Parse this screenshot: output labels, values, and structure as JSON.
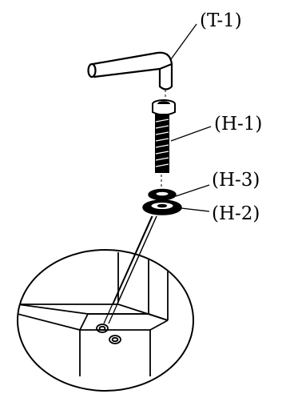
{
  "labels": {
    "allen_key": "(T-1)",
    "bolt": "(H-1)",
    "lock_washer": "(H-3)",
    "flat_washer": "(H-2)"
  },
  "colors": {
    "ink": "#000000",
    "paper": "#ffffff"
  }
}
